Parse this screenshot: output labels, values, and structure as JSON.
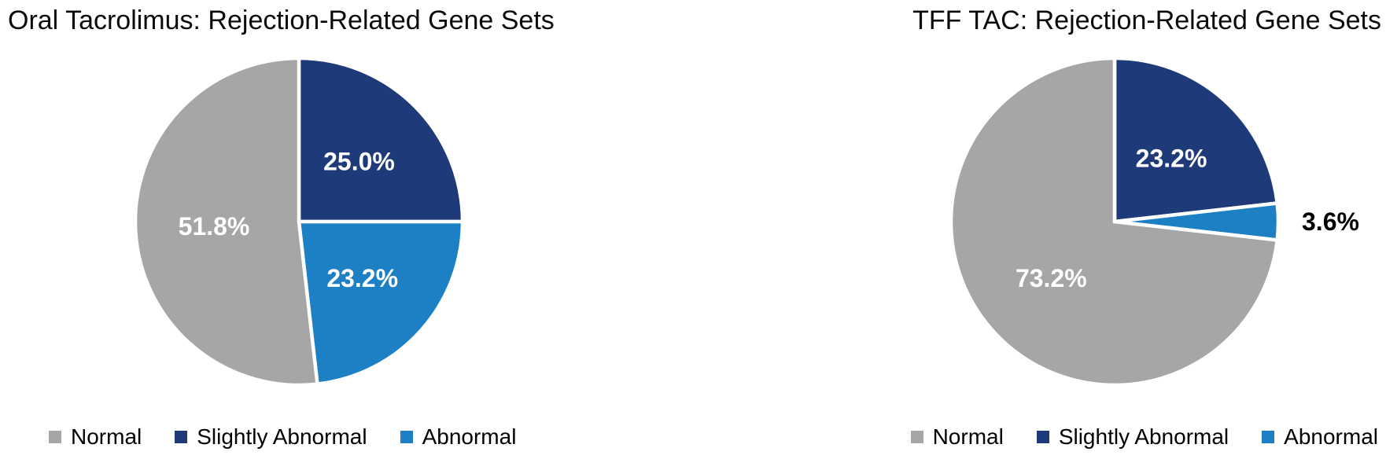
{
  "chart_data": [
    {
      "type": "pie",
      "title": "Oral Tacrolimus: Rejection-Related Gene Sets",
      "start_angle_deg": 0,
      "direction": "clockwise",
      "slices": [
        {
          "name": "Slightly Abnormal",
          "value": 25.0,
          "label": "25.0%",
          "color": "#1F3A78",
          "label_pos": "inside",
          "label_color": "#FFFFFF"
        },
        {
          "name": "Abnormal",
          "value": 23.2,
          "label": "23.2%",
          "color": "#1E80C4",
          "label_pos": "inside",
          "label_color": "#FFFFFF"
        },
        {
          "name": "Normal",
          "value": 51.8,
          "label": "51.8%",
          "color": "#A6A6A6",
          "label_pos": "inside",
          "label_color": "#FFFFFF"
        }
      ],
      "legend": [
        {
          "label": "Normal",
          "color": "#A6A6A6"
        },
        {
          "label": "Slightly Abnormal",
          "color": "#1F3A78"
        },
        {
          "label": "Abnormal",
          "color": "#1E80C4"
        }
      ],
      "legend_position": "bottom-left"
    },
    {
      "type": "pie",
      "title": "TFF TAC: Rejection-Related Gene Sets",
      "start_angle_deg": 0,
      "direction": "clockwise",
      "slices": [
        {
          "name": "Slightly Abnormal",
          "value": 23.2,
          "label": "23.2%",
          "color": "#1F3A78",
          "label_pos": "inside",
          "label_color": "#FFFFFF"
        },
        {
          "name": "Abnormal",
          "value": 3.6,
          "label": "3.6%",
          "color": "#1E80C4",
          "label_pos": "outside",
          "label_color": "#000000"
        },
        {
          "name": "Normal",
          "value": 73.2,
          "label": "73.2%",
          "color": "#A6A6A6",
          "label_pos": "inside",
          "label_color": "#FFFFFF"
        }
      ],
      "legend": [
        {
          "label": "Normal",
          "color": "#A6A6A6"
        },
        {
          "label": "Slightly Abnormal",
          "color": "#1F3A78"
        },
        {
          "label": "Abnormal",
          "color": "#1E80C4"
        }
      ],
      "legend_position": "bottom-right"
    }
  ]
}
